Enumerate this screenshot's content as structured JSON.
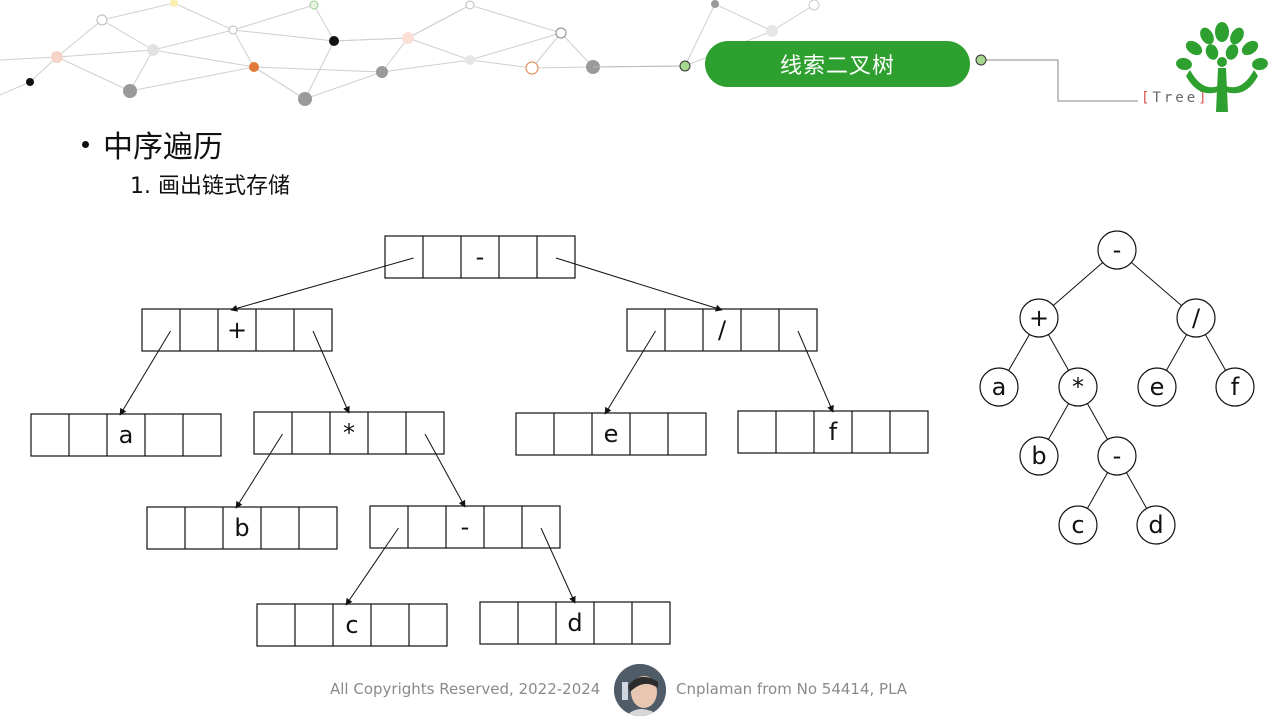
{
  "header": {
    "title": "线索二叉树",
    "tag_open": "[",
    "tag_text": "Tree",
    "tag_close": "]"
  },
  "content": {
    "bullet": "中序遍历",
    "step": "1. 画出链式存储"
  },
  "linked_nodes": [
    {
      "id": "root",
      "label": "-"
    },
    {
      "id": "plus",
      "label": "+"
    },
    {
      "id": "div",
      "label": "/"
    },
    {
      "id": "a",
      "label": "a"
    },
    {
      "id": "mul",
      "label": "*"
    },
    {
      "id": "e",
      "label": "e"
    },
    {
      "id": "f",
      "label": "f"
    },
    {
      "id": "b",
      "label": "b"
    },
    {
      "id": "minus2",
      "label": "-"
    },
    {
      "id": "c",
      "label": "c"
    },
    {
      "id": "d",
      "label": "d"
    }
  ],
  "tree_nodes": [
    {
      "id": "t-root",
      "label": "-"
    },
    {
      "id": "t-plus",
      "label": "+"
    },
    {
      "id": "t-div",
      "label": "/"
    },
    {
      "id": "t-a",
      "label": "a"
    },
    {
      "id": "t-mul",
      "label": "*"
    },
    {
      "id": "t-e",
      "label": "e"
    },
    {
      "id": "t-f",
      "label": "f"
    },
    {
      "id": "t-b",
      "label": "b"
    },
    {
      "id": "t-minus2",
      "label": "-"
    },
    {
      "id": "t-c",
      "label": "c"
    },
    {
      "id": "t-d",
      "label": "d"
    }
  ],
  "footer": {
    "copyright": "All Copyrights Reserved, 2022-2024",
    "author": "Cnplaman from No 54414, PLA"
  },
  "colors": {
    "accent": "#2ea02f",
    "bracket": "#d9534f"
  }
}
